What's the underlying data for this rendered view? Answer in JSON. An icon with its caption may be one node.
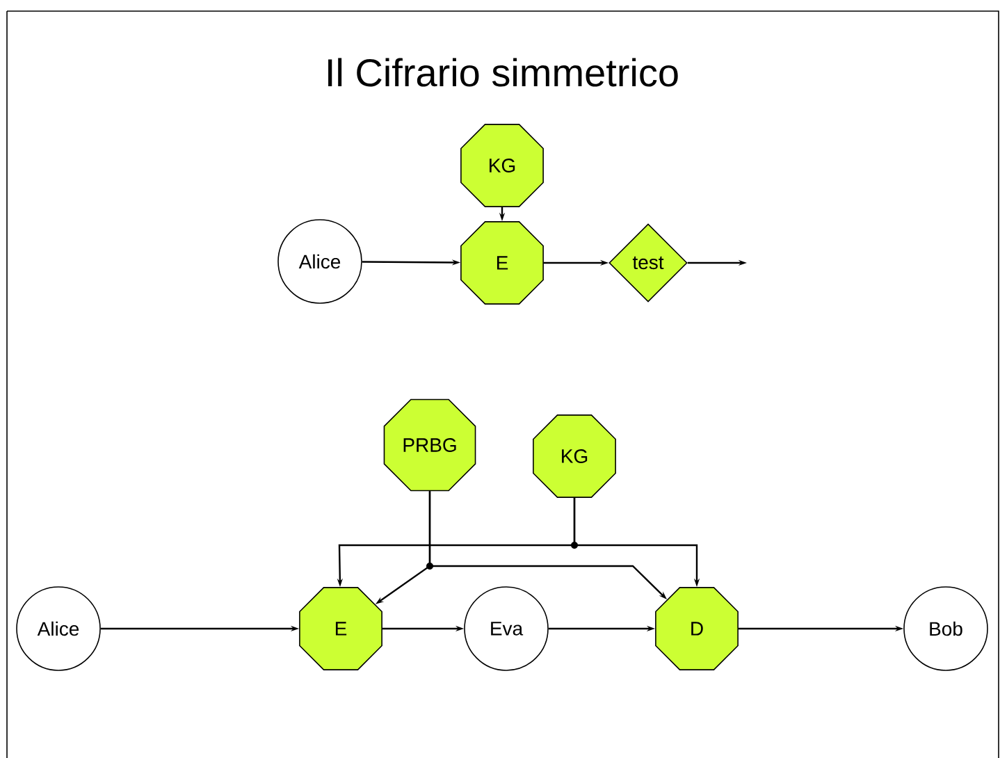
{
  "diagram": {
    "title": "Il Cifrario simmetrico",
    "nodes": [
      {
        "text": [
          "Alice"
        ]
      },
      {
        "text": [
          "KG"
        ]
      },
      {
        "text": [
          "E"
        ]
      },
      {
        "text": [
          "test"
        ]
      },
      {
        "text": [
          "PRBG"
        ]
      },
      {
        "text": [
          "KG"
        ]
      },
      {
        "text": [
          "Alice"
        ]
      },
      {
        "text": [
          "E"
        ]
      },
      {
        "text": [
          "Eva"
        ]
      },
      {
        "text": [
          "D"
        ]
      },
      {
        "text": [
          "Bob"
        ]
      }
    ],
    "edges": [
      {
        "from": 1,
        "to": 2,
        "arrow": "to"
      },
      {
        "from": 0,
        "to": 2,
        "arrow": "to"
      },
      {
        "from": 2,
        "to": 3,
        "arrow": "to"
      },
      {
        "from": 3,
        "to": null,
        "arrow": "to"
      },
      {
        "from": 6,
        "to": 7,
        "arrow": "to"
      },
      {
        "from": 7,
        "to": 8,
        "arrow": "to"
      },
      {
        "from": 8,
        "to": 9,
        "arrow": "to"
      },
      {
        "from": 9,
        "to": 10,
        "arrow": "to"
      },
      {
        "from": 4,
        "to": 7,
        "arrow": "to"
      },
      {
        "from": 4,
        "to": 9,
        "arrow": "to"
      },
      {
        "from": 5,
        "to": 7,
        "arrow": "to"
      },
      {
        "from": 5,
        "to": 9,
        "arrow": "to"
      }
    ]
  }
}
